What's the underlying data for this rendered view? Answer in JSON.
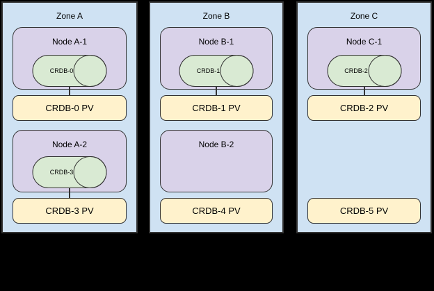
{
  "canvas": {
    "background": "#000000"
  },
  "colors": {
    "zone_fill": "#cfe2f3",
    "node_fill": "#d9d2e9",
    "cylinder_fill": "#d9ead3",
    "pv_fill": "#fff2cc",
    "border": "#333333"
  },
  "zones": [
    {
      "label": "Zone A",
      "nodes": [
        {
          "label": "Node A-1",
          "pod": "CRDB-0",
          "pv": "CRDB-0 PV",
          "connected": true
        },
        {
          "label": "Node A-2",
          "pod": "CRDB-3",
          "pv": "CRDB-3 PV",
          "connected": true
        }
      ]
    },
    {
      "label": "Zone B",
      "nodes": [
        {
          "label": "Node B-1",
          "pod": "CRDB-1",
          "pv": "CRDB-1 PV",
          "connected": true
        },
        {
          "label": "Node B-2",
          "pod": null,
          "pv": "CRDB-4 PV",
          "connected": false
        }
      ]
    },
    {
      "label": "Zone C",
      "nodes": [
        {
          "label": "Node C-1",
          "pod": "CRDB-2",
          "pv": "CRDB-2 PV",
          "connected": true
        },
        {
          "label": null,
          "pod": null,
          "pv": "CRDB-5 PV",
          "connected": false
        }
      ]
    }
  ]
}
